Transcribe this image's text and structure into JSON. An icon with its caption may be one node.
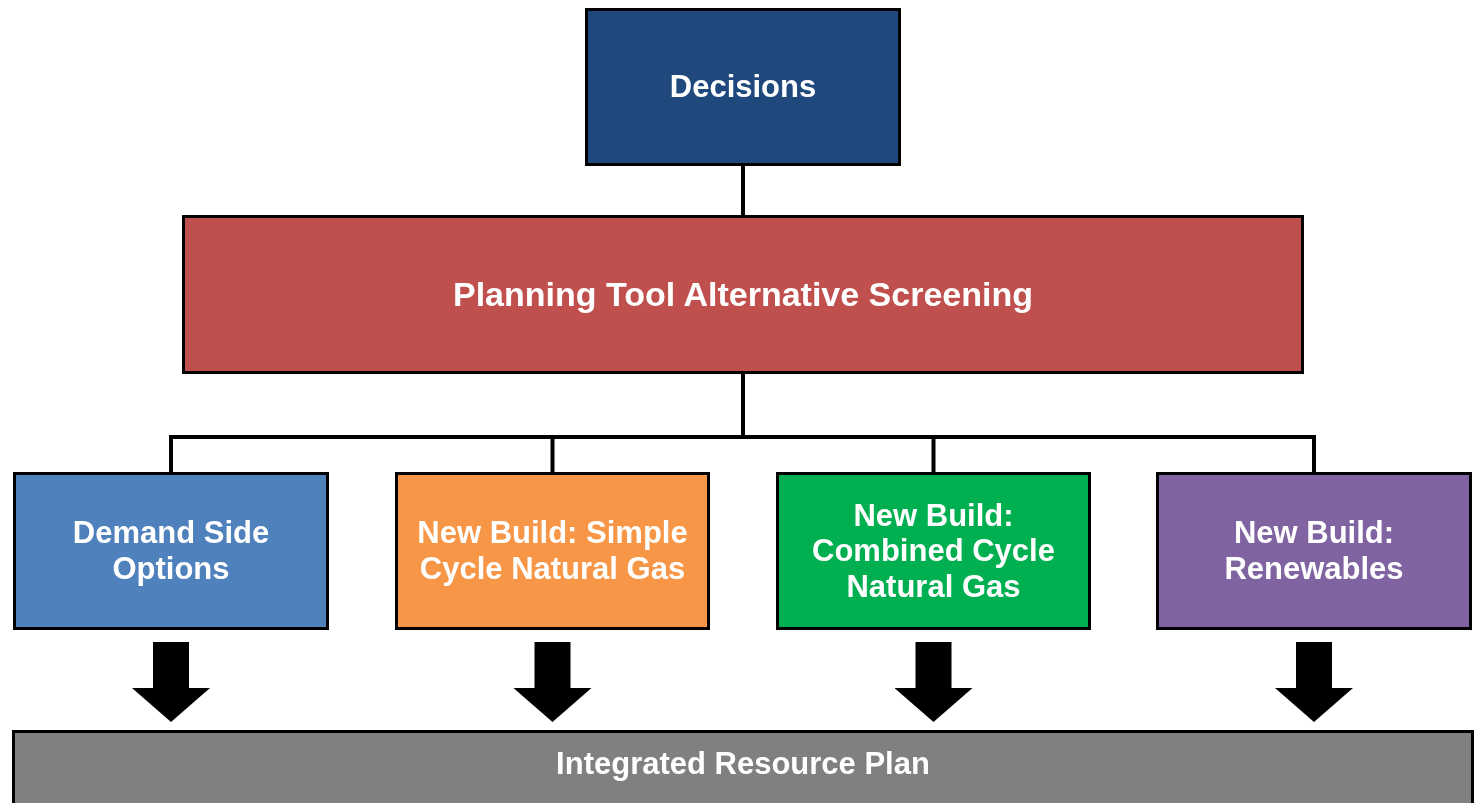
{
  "diagram": {
    "nodes": [
      {
        "text": [
          "Decisions"
        ]
      },
      {
        "text": [
          "Planning Tool Alternative Screening"
        ]
      },
      {
        "text": [
          "Demand Side Options"
        ]
      },
      {
        "text": [
          "New Build: Simple Cycle Natural Gas"
        ]
      },
      {
        "text": [
          "New Build: Combined Cycle Natural Gas"
        ]
      },
      {
        "text": [
          "New Build: Renewables"
        ]
      },
      {
        "text": [
          "Integrated Resource Plan"
        ]
      }
    ],
    "edges": [
      {
        "from": 0,
        "to": 1,
        "arrow": "none"
      },
      {
        "from": 1,
        "to": 2,
        "arrow": "none"
      },
      {
        "from": 1,
        "to": 3,
        "arrow": "none"
      },
      {
        "from": 1,
        "to": 4,
        "arrow": "none"
      },
      {
        "from": 1,
        "to": 5,
        "arrow": "none"
      },
      {
        "from": 2,
        "to": 6,
        "arrow": "to",
        "style": "thick"
      },
      {
        "from": 3,
        "to": 6,
        "arrow": "to",
        "style": "thick"
      },
      {
        "from": 4,
        "to": 6,
        "arrow": "to",
        "style": "thick"
      },
      {
        "from": 5,
        "to": 6,
        "arrow": "to",
        "style": "thick"
      }
    ]
  }
}
